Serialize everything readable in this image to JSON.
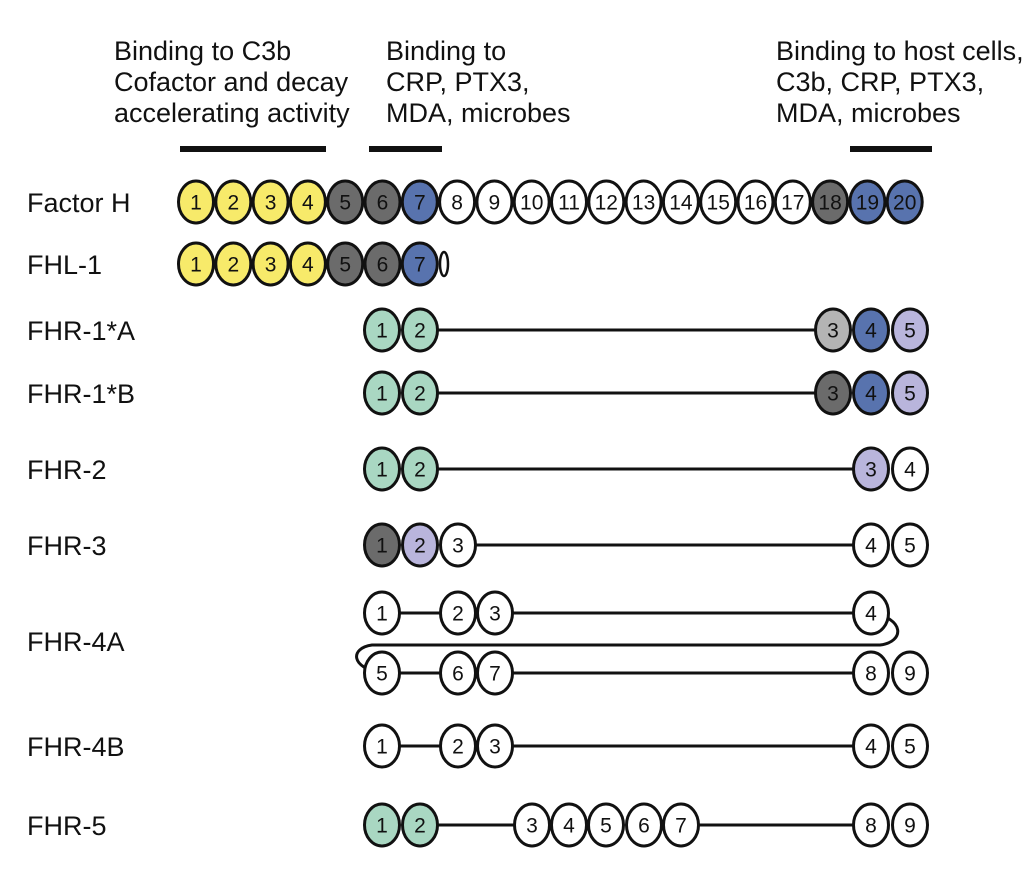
{
  "headers": [
    {
      "lines": [
        "Binding to C3b",
        "Cofactor and decay",
        "accelerating activity"
      ]
    },
    {
      "lines": [
        "Binding to",
        "CRP, PTX3,",
        "MDA, microbes"
      ]
    },
    {
      "lines": [
        "Binding to host cells,",
        "C3b, CRP, PTX3,",
        "MDA, microbes"
      ]
    }
  ],
  "colors": {
    "yellow": "#f7ea6a",
    "dark": "#6b6b6b",
    "light-gray": "#b4b4b4",
    "blue": "#5873ae",
    "green": "#a9d7c2",
    "lavender": "#b9b5dc",
    "white": "#ffffff",
    "outline": "#111111"
  },
  "proteins": [
    {
      "label": "Factor H",
      "domains": [
        {
          "n": "1",
          "c": "yellow"
        },
        {
          "n": "2",
          "c": "yellow"
        },
        {
          "n": "3",
          "c": "yellow"
        },
        {
          "n": "4",
          "c": "yellow"
        },
        {
          "n": "5",
          "c": "dark"
        },
        {
          "n": "6",
          "c": "dark"
        },
        {
          "n": "7",
          "c": "blue"
        },
        {
          "n": "8",
          "c": "white"
        },
        {
          "n": "9",
          "c": "white"
        },
        {
          "n": "10",
          "c": "white"
        },
        {
          "n": "11",
          "c": "white"
        },
        {
          "n": "12",
          "c": "white"
        },
        {
          "n": "13",
          "c": "white"
        },
        {
          "n": "14",
          "c": "white"
        },
        {
          "n": "15",
          "c": "white"
        },
        {
          "n": "16",
          "c": "white"
        },
        {
          "n": "17",
          "c": "white"
        },
        {
          "n": "18",
          "c": "dark"
        },
        {
          "n": "19",
          "c": "blue"
        },
        {
          "n": "20",
          "c": "blue"
        }
      ]
    },
    {
      "label": "FHL-1",
      "domains": [
        {
          "n": "1",
          "c": "yellow"
        },
        {
          "n": "2",
          "c": "yellow"
        },
        {
          "n": "3",
          "c": "yellow"
        },
        {
          "n": "4",
          "c": "yellow"
        },
        {
          "n": "5",
          "c": "dark"
        },
        {
          "n": "6",
          "c": "dark"
        },
        {
          "n": "7",
          "c": "blue"
        }
      ]
    },
    {
      "label": "FHR-1*A",
      "domains": [
        {
          "n": "1",
          "c": "green"
        },
        {
          "n": "2",
          "c": "green"
        },
        {
          "n": "3",
          "c": "light-gray"
        },
        {
          "n": "4",
          "c": "blue"
        },
        {
          "n": "5",
          "c": "lavender"
        }
      ]
    },
    {
      "label": "FHR-1*B",
      "domains": [
        {
          "n": "1",
          "c": "green"
        },
        {
          "n": "2",
          "c": "green"
        },
        {
          "n": "3",
          "c": "dark"
        },
        {
          "n": "4",
          "c": "blue"
        },
        {
          "n": "5",
          "c": "lavender"
        }
      ]
    },
    {
      "label": "FHR-2",
      "domains": [
        {
          "n": "1",
          "c": "green"
        },
        {
          "n": "2",
          "c": "green"
        },
        {
          "n": "3",
          "c": "lavender"
        },
        {
          "n": "4",
          "c": "white"
        }
      ]
    },
    {
      "label": "FHR-3",
      "domains": [
        {
          "n": "1",
          "c": "dark"
        },
        {
          "n": "2",
          "c": "lavender"
        },
        {
          "n": "3",
          "c": "white"
        },
        {
          "n": "4",
          "c": "white"
        },
        {
          "n": "5",
          "c": "white"
        }
      ]
    },
    {
      "label": "FHR-4A",
      "domains": [
        {
          "n": "1",
          "c": "white"
        },
        {
          "n": "2",
          "c": "white"
        },
        {
          "n": "3",
          "c": "white"
        },
        {
          "n": "4",
          "c": "white"
        },
        {
          "n": "5",
          "c": "white"
        },
        {
          "n": "6",
          "c": "white"
        },
        {
          "n": "7",
          "c": "white"
        },
        {
          "n": "8",
          "c": "white"
        },
        {
          "n": "9",
          "c": "white"
        }
      ]
    },
    {
      "label": "FHR-4B",
      "domains": [
        {
          "n": "1",
          "c": "white"
        },
        {
          "n": "2",
          "c": "white"
        },
        {
          "n": "3",
          "c": "white"
        },
        {
          "n": "4",
          "c": "white"
        },
        {
          "n": "5",
          "c": "white"
        }
      ]
    },
    {
      "label": "FHR-5",
      "domains": [
        {
          "n": "1",
          "c": "green"
        },
        {
          "n": "2",
          "c": "green"
        },
        {
          "n": "3",
          "c": "white"
        },
        {
          "n": "4",
          "c": "white"
        },
        {
          "n": "5",
          "c": "white"
        },
        {
          "n": "6",
          "c": "white"
        },
        {
          "n": "7",
          "c": "white"
        },
        {
          "n": "8",
          "c": "white"
        },
        {
          "n": "9",
          "c": "white"
        }
      ]
    }
  ]
}
